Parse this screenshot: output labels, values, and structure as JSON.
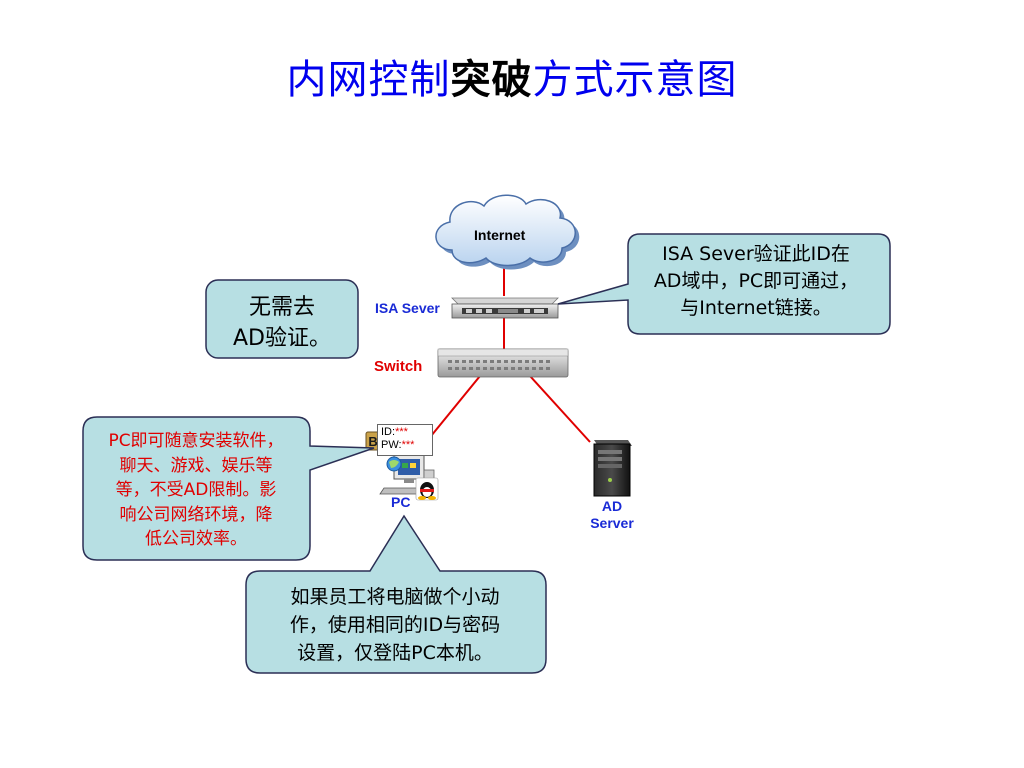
{
  "title": {
    "part1": "内网控制",
    "part2": "突破",
    "part3": "方式示意图"
  },
  "nodes": {
    "internet": "Internet",
    "isa": "ISA Sever",
    "switch": "Switch",
    "pc": "PC",
    "ad_line1": "AD",
    "ad_line2": "Server"
  },
  "credentials": {
    "id_key": "ID:",
    "id_val": "***",
    "pw_key": "PW:",
    "pw_val": "***"
  },
  "badge": "BT",
  "callouts": {
    "isa_note": [
      "ISA Sever验证此ID在",
      "AD域中，PC即可通过，",
      "与Internet链接。"
    ],
    "ad_note": [
      "无需去",
      "AD验证。"
    ],
    "pc_note": [
      "PC即可随意安装软件，",
      "聊天、游戏、娱乐等",
      "等，不受AD限制。影",
      "响公司网络环境，降",
      "低公司效率。"
    ],
    "employee_note": [
      "如果员工将电脑做个小动",
      "作，使用相同的ID与密码",
      "设置，仅登陆PC本机。"
    ]
  },
  "colors": {
    "title_blue": "#0000ee",
    "callout_fill": "#b7dfe3",
    "callout_stroke": "#2b2f55",
    "link_red": "#e00000",
    "label_blue": "#1a2bd6"
  }
}
